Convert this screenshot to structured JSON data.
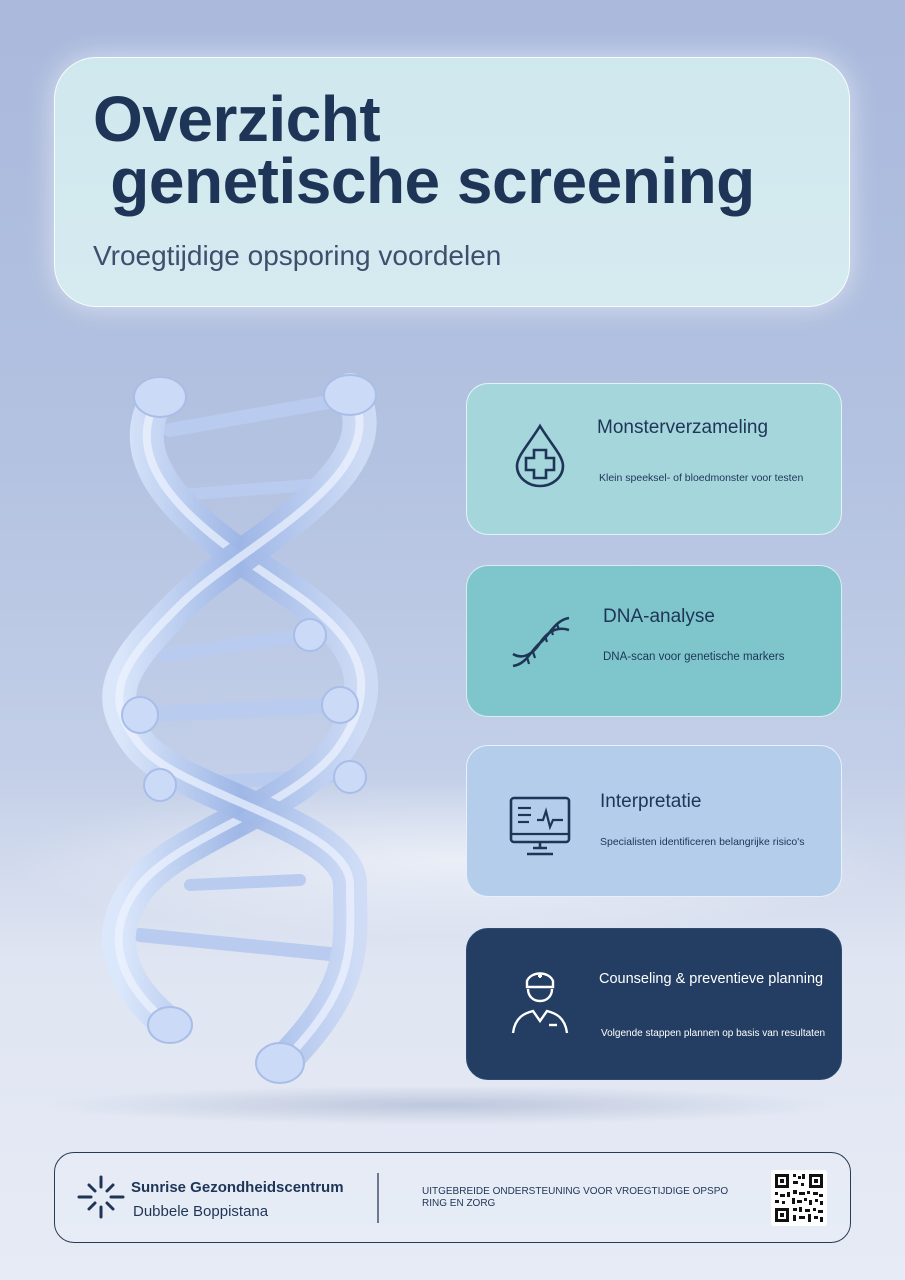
{
  "header": {
    "title": "Overzicht\n genetische screening",
    "subtitle": "Vroegtijdige opsporing voordelen"
  },
  "steps": [
    {
      "title": "Monsterverzameling",
      "description": "Klein speeksel- of bloedmonster voor testen",
      "icon": "blood-drop-icon"
    },
    {
      "title": "DNA-analyse",
      "description": "DNA-scan voor genetische markers",
      "icon": "dna-icon"
    },
    {
      "title": "Interpretatie",
      "description": "Specialisten identificeren belangrijke risico's",
      "icon": "monitor-icon"
    },
    {
      "title": "Counseling & preventieve planning",
      "description": "Volgende stappen plannen op basis van resultaten",
      "icon": "nurse-icon"
    }
  ],
  "footer": {
    "org_name": "Sunrise Gezondheidscentrum",
    "org_sub": "Dubbele Boppistana",
    "tagline": "UITGEBREIDE ONDERSTEUNING VOOR VROEGTIJDIGE OPSPO RING EN ZORG"
  },
  "colors": {
    "navy": "#1e3557",
    "card1": "#a5d6dc",
    "card2": "#7ec6cb",
    "card3": "#b3cdea",
    "card4": "#233e62"
  }
}
